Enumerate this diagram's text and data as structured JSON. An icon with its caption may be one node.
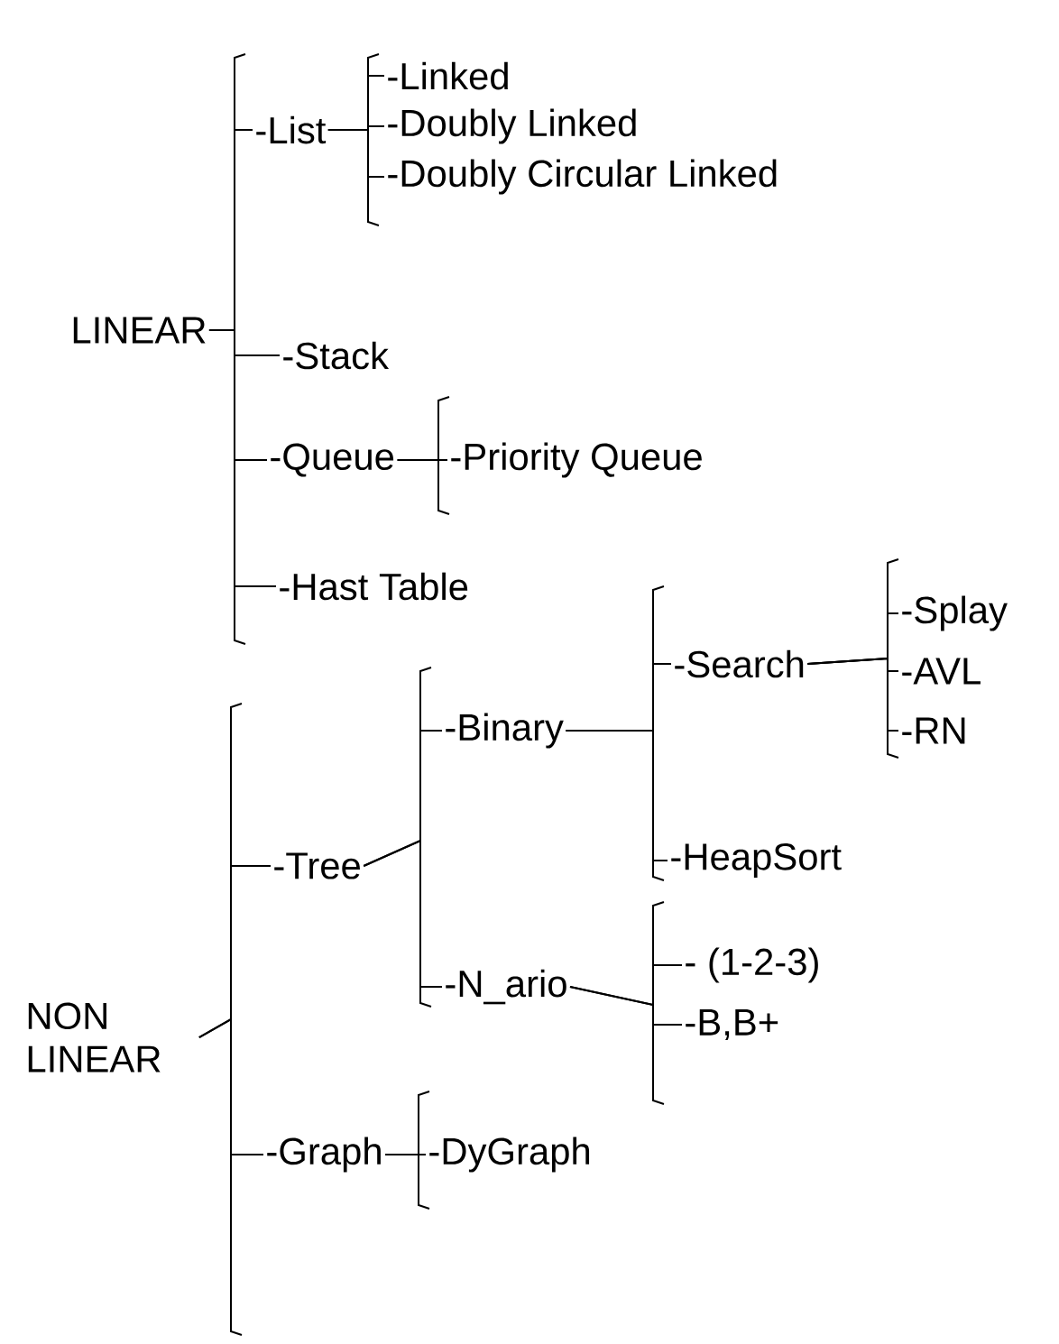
{
  "diagram": {
    "nodes": [
      {
        "text": [
          "LINEAR"
        ]
      },
      {
        "text": [
          "-List"
        ]
      },
      {
        "text": [
          "-Linked"
        ]
      },
      {
        "text": [
          "-Doubly Linked"
        ]
      },
      {
        "text": [
          "-Doubly Circular Linked"
        ]
      },
      {
        "text": [
          "-Stack"
        ]
      },
      {
        "text": [
          "-Queue"
        ]
      },
      {
        "text": [
          "-Priority Queue"
        ]
      },
      {
        "text": [
          "-Hast Table"
        ]
      },
      {
        "text": [
          "NON LINEAR"
        ]
      },
      {
        "text": [
          "-Tree"
        ]
      },
      {
        "text": [
          "-Binary"
        ]
      },
      {
        "text": [
          "-Search"
        ]
      },
      {
        "text": [
          "-Splay"
        ]
      },
      {
        "text": [
          "-AVL"
        ]
      },
      {
        "text": [
          "-RN"
        ]
      },
      {
        "text": [
          "-HeapSort"
        ]
      },
      {
        "text": [
          "-N_ario"
        ]
      },
      {
        "text": [
          "- (1-2-3)"
        ]
      },
      {
        "text": [
          "-B,B+"
        ]
      },
      {
        "text": [
          "-Graph"
        ]
      },
      {
        "text": [
          "-DyGraph"
        ]
      }
    ],
    "edges": [
      {
        "from": 0,
        "to": 1,
        "arrow": "none"
      },
      {
        "from": 0,
        "to": 5,
        "arrow": "none"
      },
      {
        "from": 0,
        "to": 6,
        "arrow": "none"
      },
      {
        "from": 0,
        "to": 8,
        "arrow": "none"
      },
      {
        "from": 1,
        "to": 2,
        "arrow": "none"
      },
      {
        "from": 1,
        "to": 3,
        "arrow": "none"
      },
      {
        "from": 1,
        "to": 4,
        "arrow": "none"
      },
      {
        "from": 6,
        "to": 7,
        "arrow": "none"
      },
      {
        "from": 9,
        "to": 10,
        "arrow": "none"
      },
      {
        "from": 9,
        "to": 20,
        "arrow": "none"
      },
      {
        "from": 10,
        "to": 11,
        "arrow": "none"
      },
      {
        "from": 10,
        "to": 17,
        "arrow": "none"
      },
      {
        "from": 11,
        "to": 12,
        "arrow": "none"
      },
      {
        "from": 11,
        "to": 16,
        "arrow": "none"
      },
      {
        "from": 12,
        "to": 13,
        "arrow": "none"
      },
      {
        "from": 12,
        "to": 14,
        "arrow": "none"
      },
      {
        "from": 12,
        "to": 15,
        "arrow": "none"
      },
      {
        "from": 17,
        "to": 18,
        "arrow": "none"
      },
      {
        "from": 17,
        "to": 19,
        "arrow": "none"
      },
      {
        "from": 20,
        "to": 21,
        "arrow": "none"
      }
    ]
  }
}
